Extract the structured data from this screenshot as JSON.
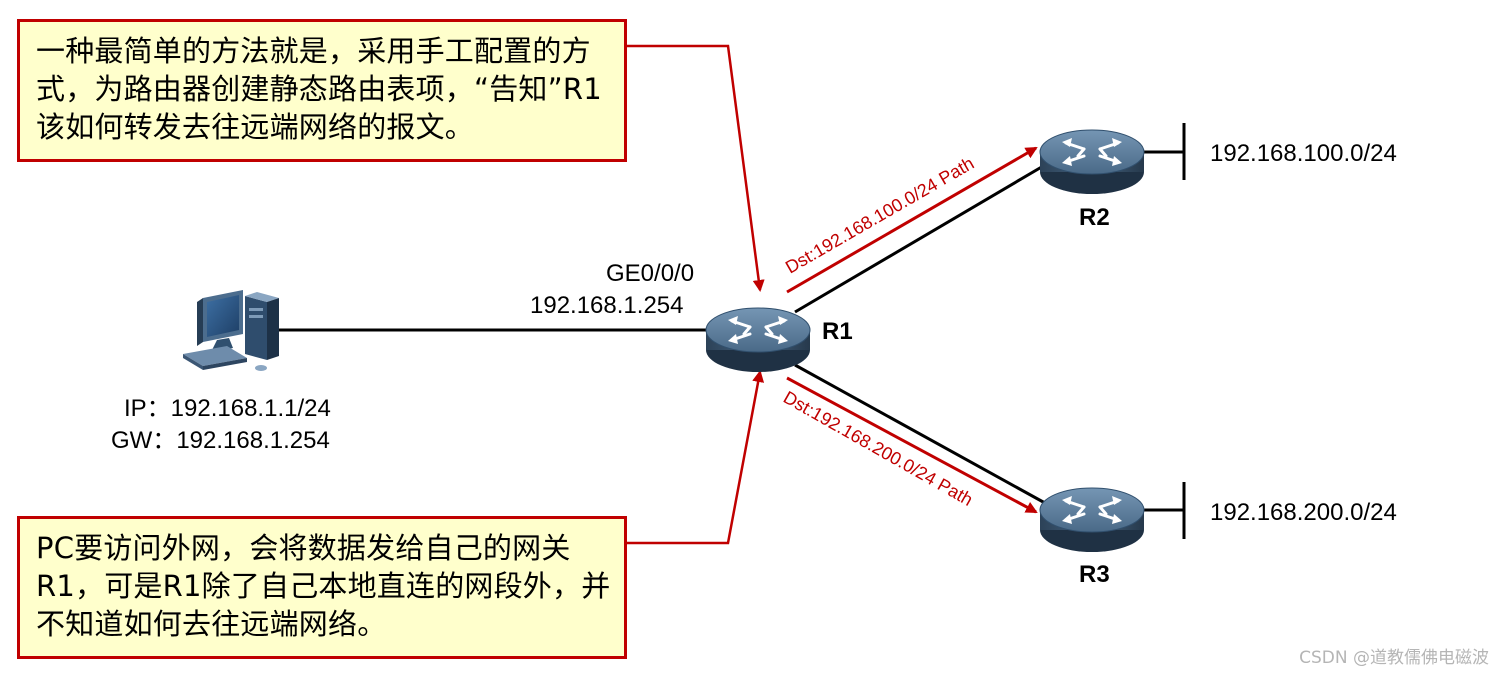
{
  "notes": {
    "top": "一种最简单的方法就是，采用手工配置的方式，为路由器创建静态路由表项，“告知”R1该如何转发去往远端网络的报文。",
    "bottom": "PC要访问外网，会将数据发给自己的网关R1，可是R1除了自己本地直连的网段外，并不知道如何去往远端网络。"
  },
  "pc": {
    "ip": "IP：192.168.1.1/24",
    "gw": "GW：192.168.1.254"
  },
  "r1": {
    "name": "R1",
    "interface": "GE0/0/0",
    "address": "192.168.1.254"
  },
  "r2": {
    "name": "R2",
    "network": "192.168.100.0/24",
    "path_label": "Dst:192.168.100.0/24 Path"
  },
  "r3": {
    "name": "R3",
    "network": "192.168.200.0/24",
    "path_label": "Dst:192.168.200.0/24 Path"
  },
  "colors": {
    "callout": "#c00000",
    "note_fill": "#ffffcc",
    "router_body": "#3b5873",
    "router_top": "#587a99"
  },
  "icons": [
    "desktop-pc-icon",
    "router-icon"
  ],
  "watermark": "CSDN @道教儒佛电磁波"
}
